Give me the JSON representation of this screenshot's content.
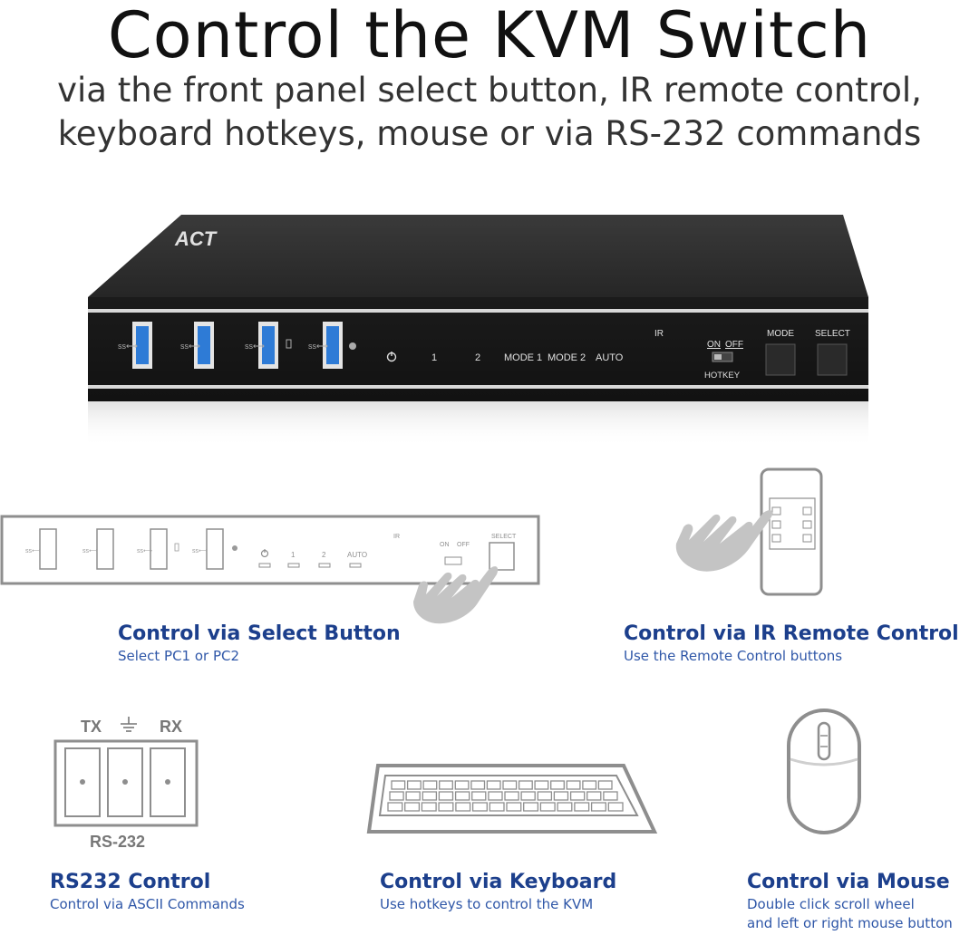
{
  "header": {
    "title": "Control the KVM Switch",
    "subtitle_line1": "via the front panel select button, IR remote control,",
    "subtitle_line2": "keyboard hotkeys, mouse or via RS-232 commands"
  },
  "device": {
    "brand": "ACT",
    "labels": {
      "port1": "1",
      "port2": "2",
      "mode1": "MODE 1",
      "mode2": "MODE 2",
      "auto": "AUTO",
      "ir": "IR",
      "on": "ON",
      "off": "OFF",
      "hotkey": "HOTKEY",
      "mode": "MODE",
      "select": "SELECT"
    }
  },
  "panel_sketch": {
    "labels": {
      "one": "1",
      "two": "2",
      "auto": "AUTO",
      "ir": "IR",
      "on": "ON",
      "off": "OFF",
      "select": "SELECT"
    }
  },
  "rs232": {
    "tx": "TX",
    "rx": "RX",
    "name": "RS-232"
  },
  "captions": {
    "select_button": {
      "title": "Control via Select Button",
      "desc": "Select PC1 or PC2"
    },
    "ir_remote": {
      "title": "Control via IR Remote Control",
      "desc": "Use the Remote Control buttons"
    },
    "rs232": {
      "title": "RS232 Control",
      "desc": "Control via ASCII Commands"
    },
    "keyboard": {
      "title": "Control via Keyboard",
      "desc": "Use hotkeys to control the KVM"
    },
    "mouse": {
      "title": "Control via Mouse",
      "desc_line1": "Double click scroll wheel",
      "desc_line2": "and left or right mouse button"
    }
  },
  "colors": {
    "caption_title": "#1c3f8c",
    "caption_desc": "#2f57a8",
    "device_body": "#2b2b2b",
    "usb_blue": "#2e7bd6",
    "sketch_gray": "#8e8e8e"
  }
}
